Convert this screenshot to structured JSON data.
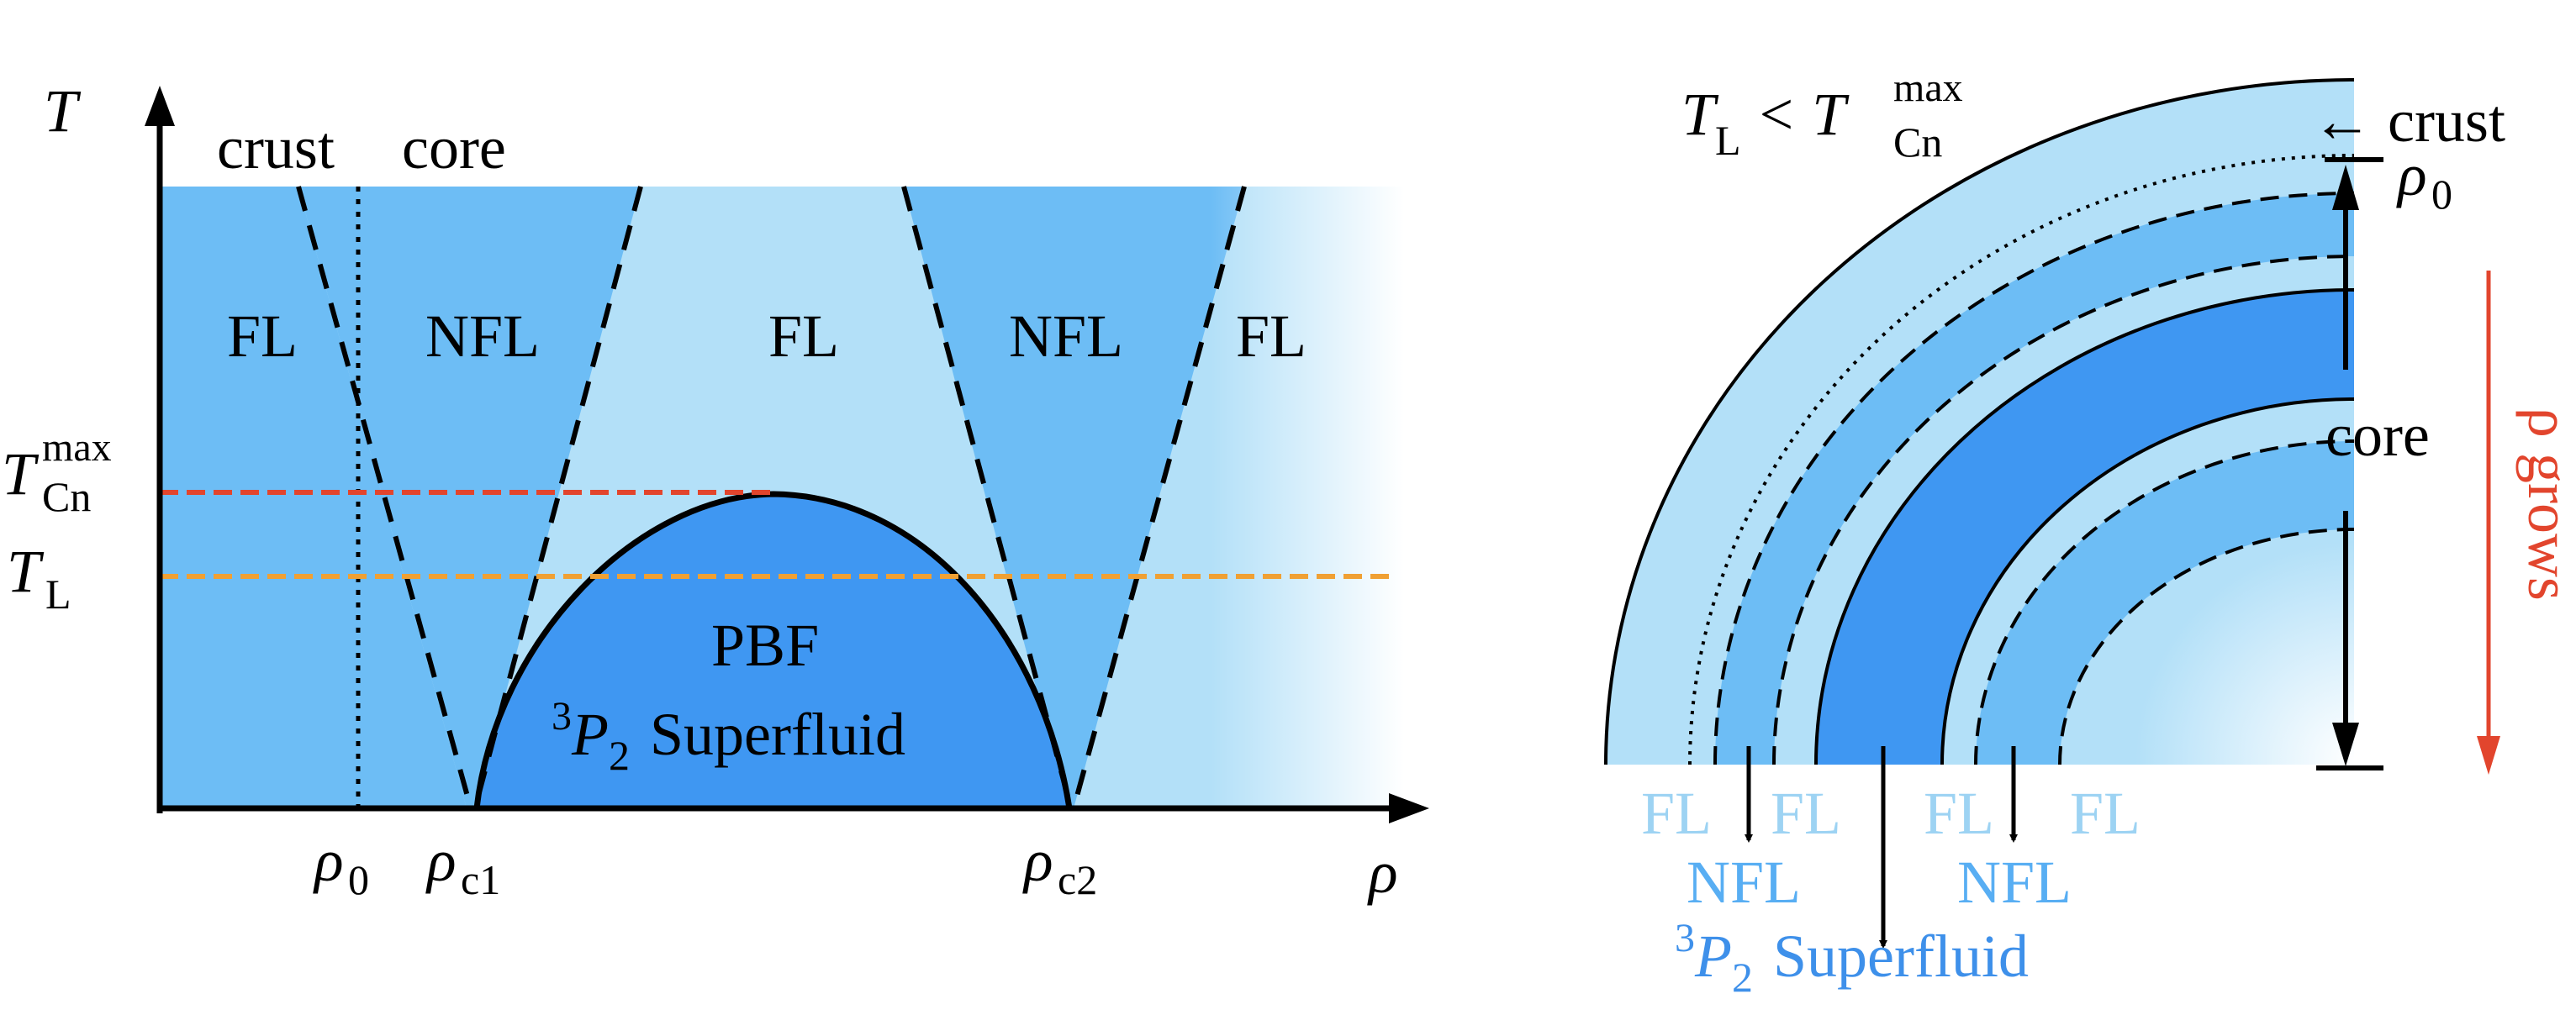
{
  "phase_diagram": {
    "y_axis_label": "T",
    "x_axis_label": "ρ",
    "region_crust": "crust",
    "region_core": "core",
    "fl_1": "FL",
    "nfl_1": "NFL",
    "fl_2": "FL",
    "nfl_2": "NFL",
    "fl_3": "FL",
    "pbf_label": "PBF",
    "superfluid_sup": "3",
    "superfluid_p": "P",
    "superfluid_sub": "2",
    "superfluid_word": "Superfluid",
    "tcn_main": "T",
    "tcn_sup": "max",
    "tcn_sub": "Cn",
    "tl_main": "T",
    "tl_sub": "L",
    "rho0_main": "ρ",
    "rho0_sub": "0",
    "rhoc1_main": "ρ",
    "rhoc1_sub": "c1",
    "rhoc2_main": "ρ",
    "rhoc2_sub": "c2",
    "colors": {
      "fl": "#b3e0f8",
      "nfl": "#6dbdf5",
      "superfluid": "#3f97f2",
      "tcn_line": "#e2452d",
      "tl_line": "#f0a033"
    }
  },
  "star_diagram": {
    "cond_t1": "T",
    "cond_t1_sub": "L",
    "cond_lt": "<",
    "cond_t2": "T",
    "cond_t2_sup": "max",
    "cond_t2_sub": "Cn",
    "crust_label": "← crust",
    "rho0_main": "ρ",
    "rho0_sub": "0",
    "core_label": "core",
    "rho_grows": "ρ grows",
    "legend_fl_1": "FL",
    "legend_fl_2": "FL",
    "legend_fl_3": "FL",
    "legend_fl_4": "FL",
    "legend_nfl_1": "NFL",
    "legend_nfl_2": "NFL",
    "legend_sf_sup": "3",
    "legend_sf_p": "P",
    "legend_sf_sub": "2",
    "legend_sf_word": "Superfluid",
    "colors": {
      "fl": "#b3e0f8",
      "nfl": "#6dbdf5",
      "superfluid": "#3f97f2",
      "arrow_red": "#e2452d",
      "legend_fl": "#9dd3f3",
      "legend_nfl": "#58aef3",
      "legend_sf": "#3e90ea"
    }
  }
}
